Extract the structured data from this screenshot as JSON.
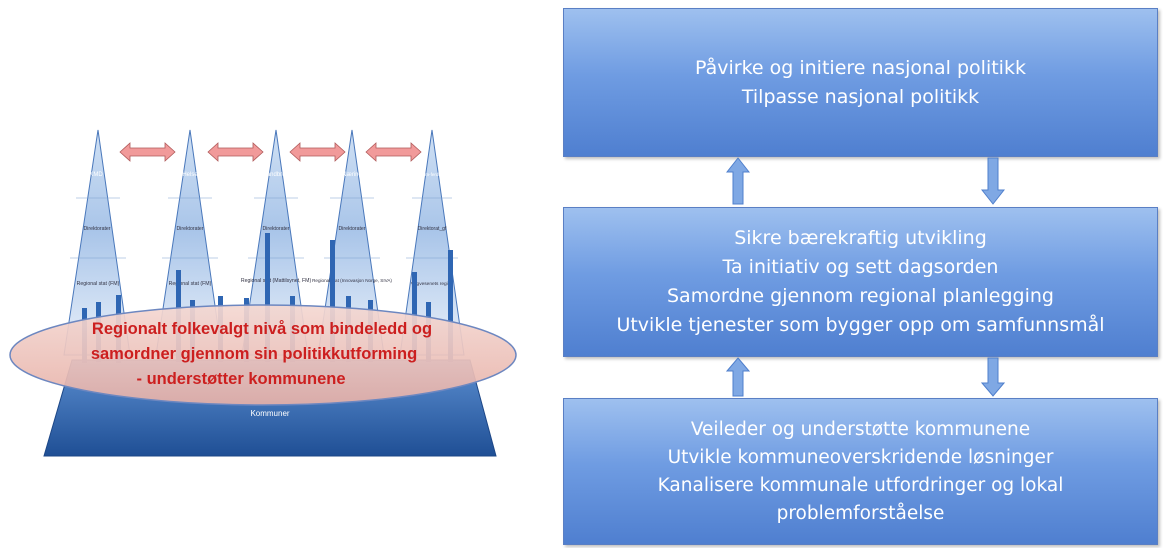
{
  "left_diagram": {
    "pyramid_tops": [
      "KMD",
      "Helse",
      "Landbruk",
      "Næring",
      "Sam-ferdsel"
    ],
    "middle_labels": [
      "Direktorater",
      "Direktorater",
      "Direktorater",
      "Direktorater",
      "Direktorat_gf"
    ],
    "lower_labels": [
      "Regional stat (FM)",
      "Regional stat (FM)",
      "Regional stat (Mattilsynet, FM)",
      "Regional stat (Innovasjon Norge, SIVA)",
      "Vegvesenets region"
    ],
    "ellipse_text": [
      "Regionalt folkevalgt nivå som bindeledd og",
      "samordner gjennom sin politikkutforming",
      "- understøtter kommunene"
    ],
    "base_label": "Kommuner",
    "colors": {
      "pyramid": "#2f66b3",
      "ellipse_fill": "#f0c8c0",
      "ellipse_text": "#cc1f1f",
      "double_arrow": "#f19a9a"
    }
  },
  "boxes": [
    {
      "lines": [
        "Påvirke og  initiere nasjonal politikk",
        "Tilpasse nasjonal politikk"
      ]
    },
    {
      "lines": [
        "Sikre bærekraftig utvikling",
        "Ta initiativ og sett dagsorden",
        "Samordne gjennom regional planlegging",
        "Utvikle tjenester som bygger opp om samfunnsmål"
      ]
    },
    {
      "lines": [
        "Veileder og understøtte  kommunene",
        "Utvikle kommuneoverskridende løsninger",
        "Kanalisere  kommunale utfordringer og lokal",
        "problemforståelse"
      ]
    }
  ]
}
